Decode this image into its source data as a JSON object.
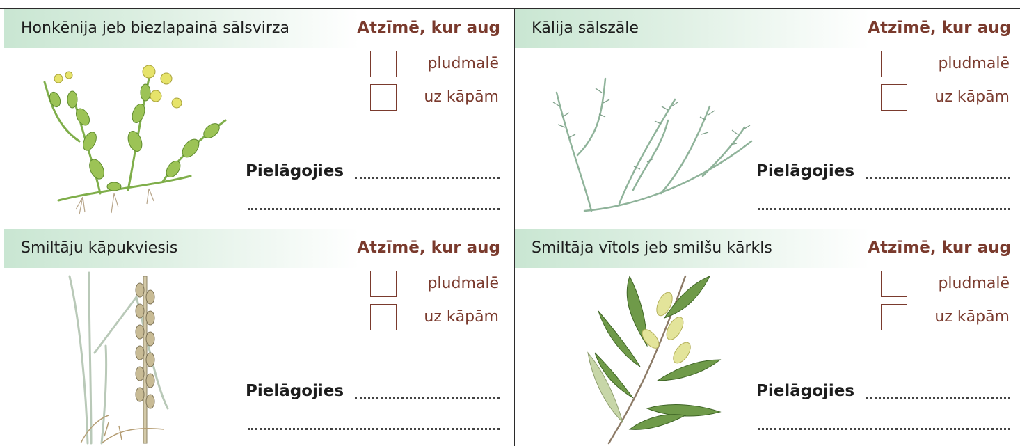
{
  "common": {
    "mark_title": "Atzīmē, kur aug",
    "option_beach": "pludmalē",
    "option_dunes": "uz kāpām",
    "adaptation_label": "Pielāgojies"
  },
  "cards": [
    {
      "title": "Honkēnija jeb biezlapainā sālsvirza",
      "plant_icon": "honckenya-plant-illustration"
    },
    {
      "title": "Kālija sālszāle",
      "plant_icon": "saltwort-plant-illustration"
    },
    {
      "title": "Smiltāju kāpukviesis",
      "plant_icon": "lyme-grass-illustration"
    },
    {
      "title": "Smiltāja vītols jeb smilšu kārkls",
      "plant_icon": "sand-willow-illustration"
    }
  ],
  "colors": {
    "accent": "#7a3a2d",
    "header_green": "#c9e6d2",
    "plant_green": "#7fae4a"
  }
}
